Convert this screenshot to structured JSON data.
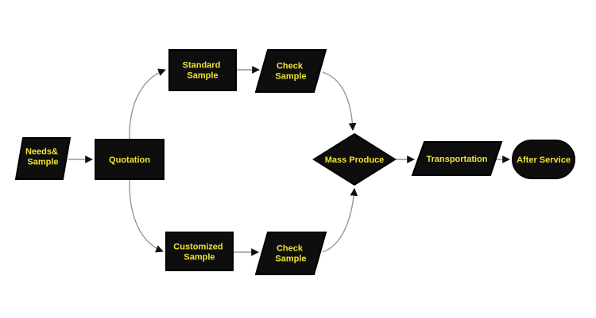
{
  "colors": {
    "background": "#ffffff",
    "node_fill": "#0e0e0e",
    "node_border": "#000000",
    "label_color": "#f0e334",
    "connector_color": "#979797",
    "arrowhead_color": "#111111"
  },
  "nodes": {
    "needs_sample": {
      "shape": "parallelogram",
      "lines": [
        "Needs&",
        "Sample"
      ]
    },
    "quotation": {
      "shape": "rectangle",
      "lines": [
        "Quotation"
      ]
    },
    "standard_sample": {
      "shape": "rectangle",
      "lines": [
        "Standard",
        "Sample"
      ]
    },
    "check_sample_top": {
      "shape": "parallelogram",
      "lines": [
        "Check",
        "Sample"
      ]
    },
    "customized_sample": {
      "shape": "rectangle",
      "lines": [
        "Customized",
        "Sample"
      ]
    },
    "check_sample_bottom": {
      "shape": "parallelogram",
      "lines": [
        "Check",
        "Sample"
      ]
    },
    "mass_produce": {
      "shape": "diamond",
      "lines": [
        "Mass Produce"
      ]
    },
    "transportation": {
      "shape": "parallelogram",
      "lines": [
        "Transportation"
      ]
    },
    "after_service": {
      "shape": "stadium",
      "lines": [
        "After Service"
      ]
    }
  },
  "edges": [
    {
      "from": "needs_sample",
      "to": "quotation"
    },
    {
      "from": "quotation",
      "to": "standard_sample"
    },
    {
      "from": "quotation",
      "to": "customized_sample"
    },
    {
      "from": "standard_sample",
      "to": "check_sample_top"
    },
    {
      "from": "customized_sample",
      "to": "check_sample_bottom"
    },
    {
      "from": "check_sample_top",
      "to": "mass_produce"
    },
    {
      "from": "check_sample_bottom",
      "to": "mass_produce"
    },
    {
      "from": "mass_produce",
      "to": "transportation"
    },
    {
      "from": "transportation",
      "to": "after_service"
    }
  ]
}
